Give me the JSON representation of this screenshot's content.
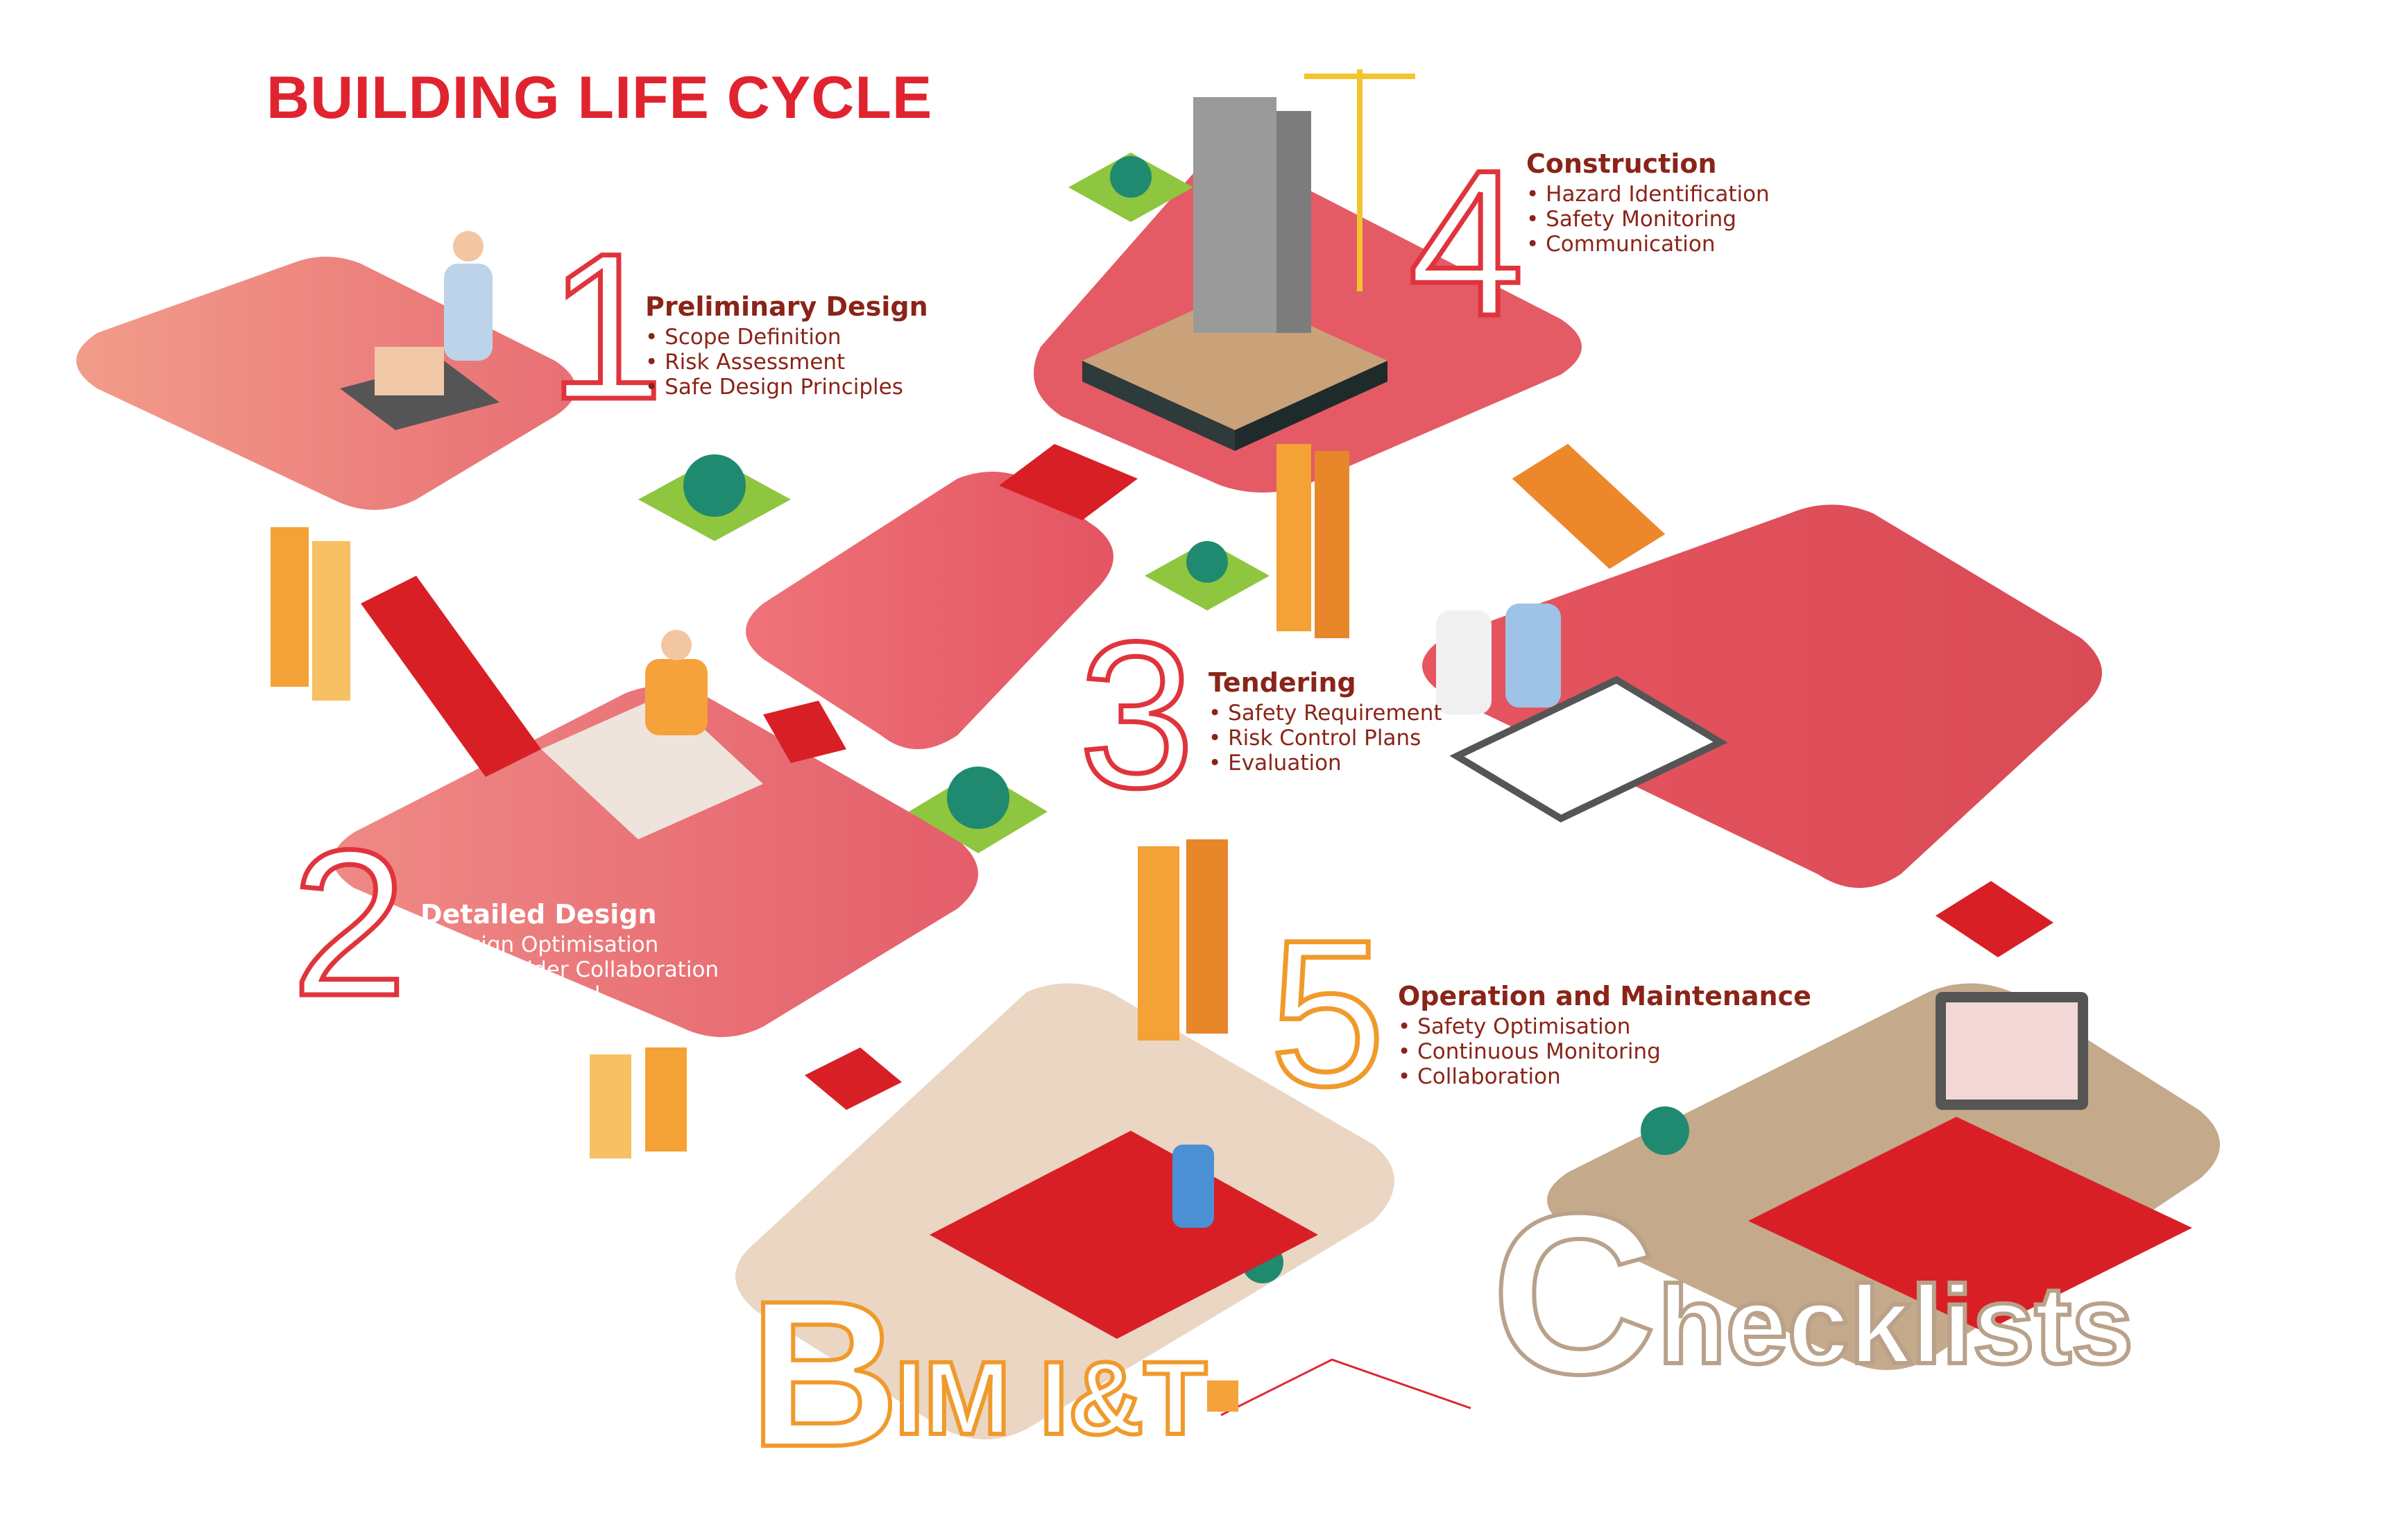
{
  "title": "BUILDING LIFE CYCLE",
  "stages": [
    {
      "number": "1",
      "title": "Preliminary Design",
      "items": [
        "Scope Definition",
        "Risk Assessment",
        "Safe Design Principles"
      ]
    },
    {
      "number": "2",
      "title": "Detailed Design",
      "items": [
        "Design Optimisation",
        "Stakeholder Collaboration",
        "Hazard Control"
      ]
    },
    {
      "number": "3",
      "title": "Tendering",
      "items": [
        "Safety Requirement",
        "Risk Control Plans",
        "Evaluation"
      ]
    },
    {
      "number": "4",
      "title": "Construction",
      "items": [
        "Hazard Identification",
        "Safety Monitoring",
        "Communication"
      ]
    },
    {
      "number": "5",
      "title": "Operation and Maintenance",
      "items": [
        "Safety Optimisation",
        "Continuous Monitoring",
        "Collaboration"
      ]
    }
  ],
  "platforms": {
    "bim": {
      "initial": "B",
      "rest": "IM I&T"
    },
    "checklists": {
      "initial": "C",
      "rest": "hecklists"
    }
  },
  "colors": {
    "title": "#e0242f",
    "platform_red": "#e55a62",
    "stair_red": "#d81f26",
    "orange": "#f09a2c",
    "sand": "#ead6c2"
  }
}
